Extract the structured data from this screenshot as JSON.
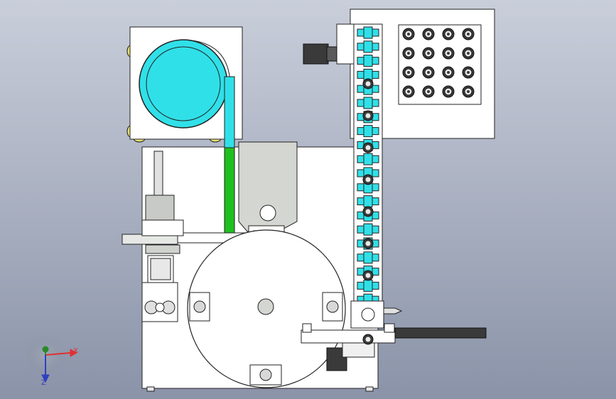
{
  "viewport": {
    "background_top": "#c9ceda",
    "background_bottom": "#8a93a8"
  },
  "triad": {
    "x_label": "X",
    "z_label": "Z",
    "x_color": "#e03030",
    "y_color": "#2a8a2a",
    "z_color": "#3040c0"
  },
  "parts": {
    "accent_cyan": "#30e0e8",
    "accent_green": "#20c020",
    "body_white": "#ffffff",
    "body_grey": "#d4d6d2",
    "motor_dark": "#3a3a3a",
    "sensor_gold": "#e0c060"
  },
  "tray": {
    "rows": 4,
    "cols": 4
  },
  "chain": {
    "links": 21,
    "screws": 9
  }
}
